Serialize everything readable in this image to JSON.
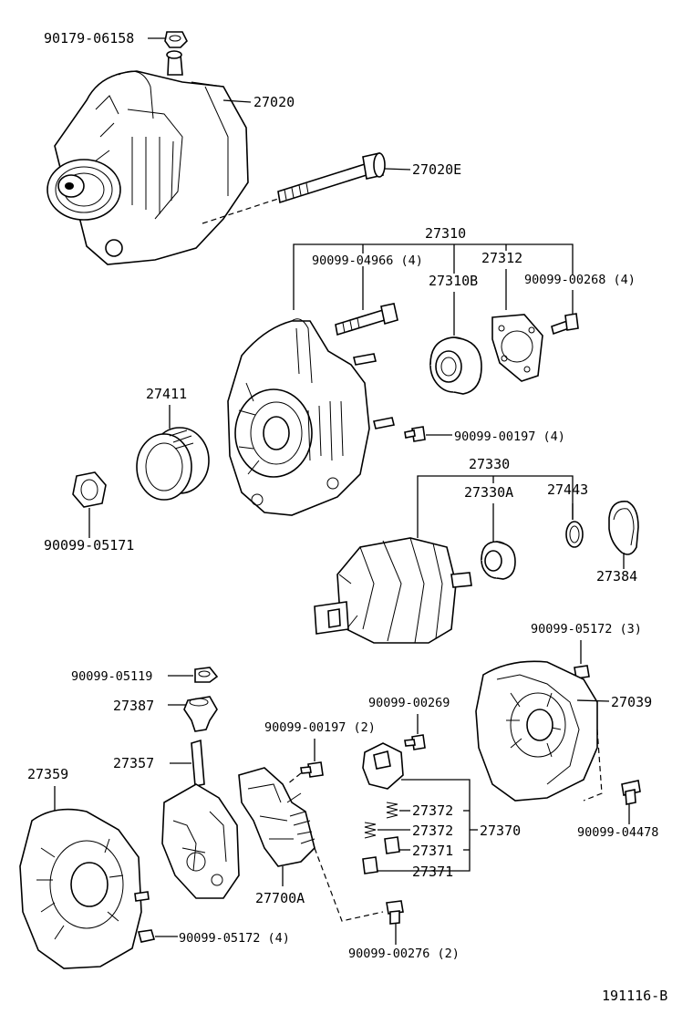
{
  "diagram_id": "191116-B",
  "labels": {
    "p90179_06158": "90179-06158",
    "p27020": "27020",
    "p27020E": "27020E",
    "p27310": "27310",
    "p90099_04966": "90099-04966 (4)",
    "p27312": "27312",
    "p27310B": "27310B",
    "p90099_00268": "90099-00268 (4)",
    "p27411": "27411",
    "p90099_00197_4": "90099-00197 (4)",
    "p27330": "27330",
    "p27330A": "27330A",
    "p27443": "27443",
    "p27384": "27384",
    "p90099_05171": "90099-05171",
    "p90099_05172_3": "90099-05172 (3)",
    "p90099_05119": "90099-05119",
    "p27039": "27039",
    "p27387": "27387",
    "p90099_00269": "90099-00269",
    "p90099_00197_2": "90099-00197 (2)",
    "p27357": "27357",
    "p27359": "27359",
    "p27372a": "27372",
    "p27372b": "27372",
    "p27370": "27370",
    "p27371a": "27371",
    "p27371b": "27371",
    "p90099_04478": "90099-04478",
    "p27700A": "27700A",
    "p90099_05172_4": "90099-05172 (4)",
    "p90099_00276": "90099-00276 (2)"
  },
  "icons": [
    "alternator-assembly-icon",
    "drive-end-frame-icon",
    "rotor-icon",
    "rectifier-end-frame-icon",
    "brush-holder-icon",
    "regulator-icon",
    "pulley-icon",
    "bearing-icon",
    "nut-icon",
    "bolt-icon",
    "cover-icon"
  ]
}
